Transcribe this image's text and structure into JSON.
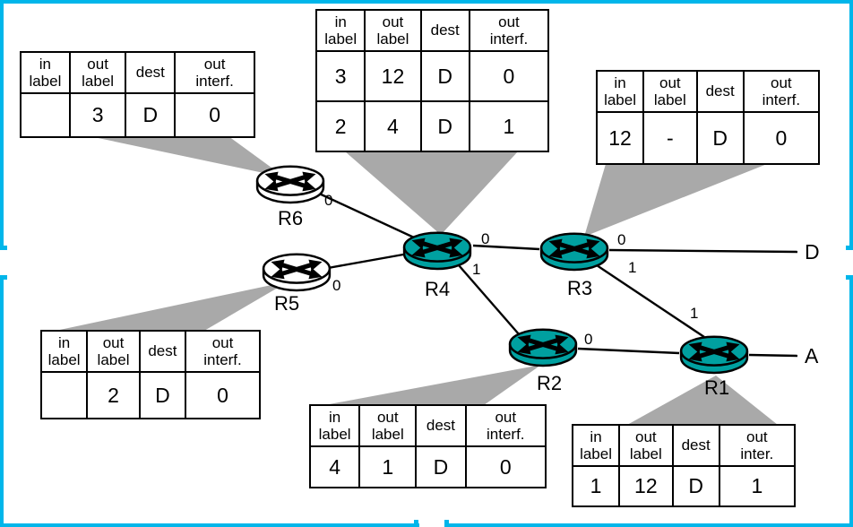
{
  "slide": {
    "border_color": "#00b6ea",
    "router_teal": "#00a0a0",
    "callout_gray": "#a9a9a9"
  },
  "tables": {
    "r6": {
      "headers": [
        "in\nlabel",
        "out\nlabel",
        "dest",
        "out\ninterf."
      ],
      "rows": [
        [
          "",
          "3",
          "D",
          "0"
        ]
      ]
    },
    "r4": {
      "headers": [
        "in\nlabel",
        "out\nlabel",
        "dest",
        "out\ninterf."
      ],
      "rows": [
        [
          "3",
          "12",
          "D",
          "0"
        ],
        [
          "2",
          "4",
          "D",
          "1"
        ]
      ]
    },
    "r3": {
      "headers": [
        "in\nlabel",
        "out\nlabel",
        "dest",
        "out\ninterf."
      ],
      "rows": [
        [
          "12",
          "-",
          "D",
          "0"
        ]
      ]
    },
    "r5": {
      "headers": [
        "in\nlabel",
        "out\nlabel",
        "dest",
        "out\ninterf."
      ],
      "rows": [
        [
          "",
          "2",
          "D",
          "0"
        ]
      ]
    },
    "r2": {
      "headers": [
        "in\nlabel",
        "out\nlabel",
        "dest",
        "out\ninterf."
      ],
      "rows": [
        [
          "4",
          "1",
          "D",
          "0"
        ]
      ]
    },
    "r1": {
      "headers": [
        "in\nlabel",
        "out\nlabel",
        "dest",
        "out\ninter."
      ],
      "rows": [
        [
          "1",
          "12",
          "D",
          "1"
        ]
      ]
    }
  },
  "routers": [
    {
      "id": "R6",
      "label": "R6",
      "fill": "#ffffff"
    },
    {
      "id": "R5",
      "label": "R5",
      "fill": "#ffffff"
    },
    {
      "id": "R4",
      "label": "R4",
      "fill": "#00a0a0"
    },
    {
      "id": "R3",
      "label": "R3",
      "fill": "#00a0a0"
    },
    {
      "id": "R2",
      "label": "R2",
      "fill": "#00a0a0"
    },
    {
      "id": "R1",
      "label": "R1",
      "fill": "#00a0a0"
    }
  ],
  "endpoints": [
    {
      "label": "D"
    },
    {
      "label": "A"
    }
  ],
  "interface_labels": [
    {
      "router": "R6",
      "value": "0"
    },
    {
      "router": "R5",
      "value": "0"
    },
    {
      "router": "R4",
      "value": "0"
    },
    {
      "router": "R4",
      "value": "1"
    },
    {
      "router": "R3",
      "value": "0"
    },
    {
      "router": "R3",
      "value": "1"
    },
    {
      "router": "R2",
      "value": "0"
    },
    {
      "router": "R1",
      "value": "1"
    }
  ]
}
